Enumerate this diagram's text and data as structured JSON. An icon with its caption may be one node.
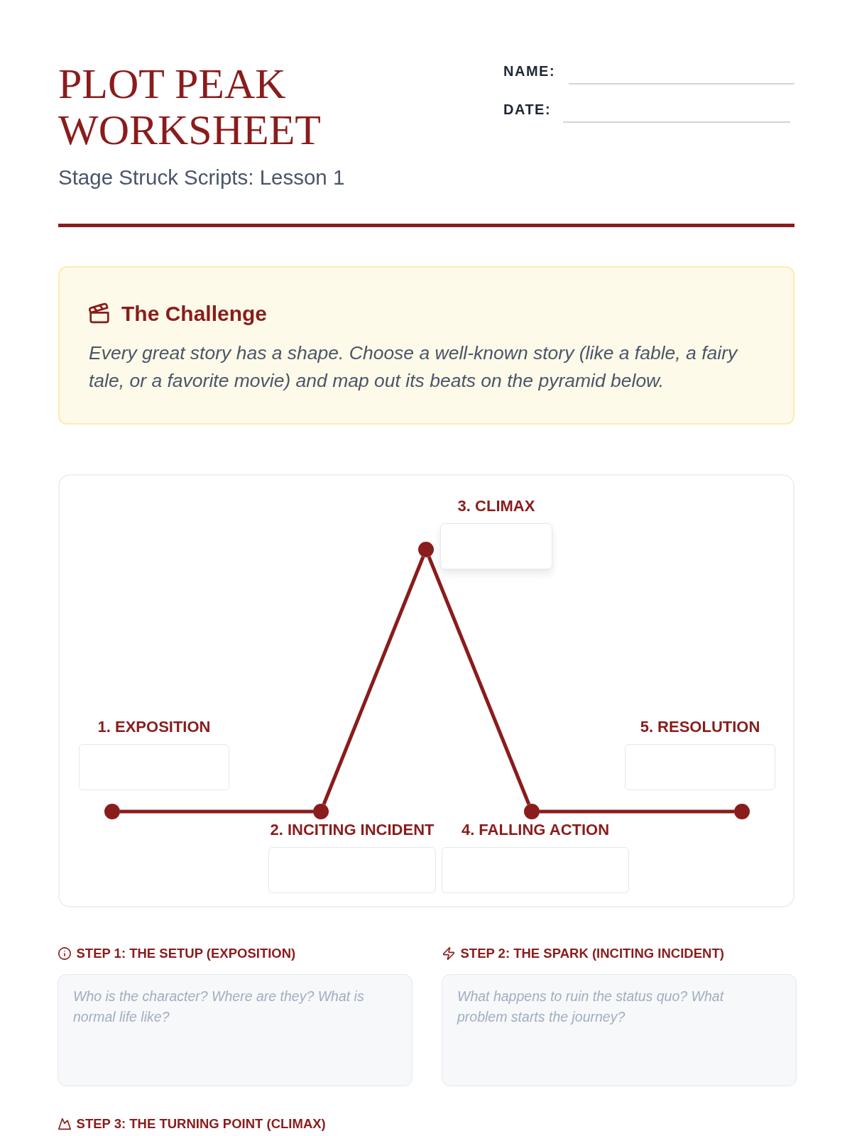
{
  "diagram": {
    "title": "PLOT PEAK WORKSHEET",
    "nodes": [
      {
        "text": [
          "The Challenge",
          "Every great story has a shape. Choose a well-known story (like a fable, a fairy tale, or a favorite movie) and map out its beats on the pyramid below."
        ]
      },
      {
        "text": [],
        "shape": "box"
      },
      {
        "text": [
          "1. EXPOSITION"
        ],
        "in": 1
      },
      {
        "text": [
          "2. INCITING INCIDENT"
        ],
        "in": 1
      },
      {
        "text": [
          "3. CLIMAX"
        ],
        "in": 1
      },
      {
        "text": [
          "4. FALLING ACTION"
        ],
        "in": 1
      },
      {
        "text": [
          "5. RESOLUTION"
        ],
        "in": 1
      },
      {
        "text": [],
        "shape": "circle",
        "in": 1
      },
      {
        "text": [],
        "shape": "circle",
        "in": 1
      },
      {
        "text": [],
        "shape": "circle",
        "in": 1
      },
      {
        "text": [],
        "shape": "circle",
        "in": 1
      },
      {
        "text": [],
        "shape": "circle",
        "in": 1
      },
      {
        "text": [
          "STEP 1: THE SETUP (EXPOSITION)",
          "Who is the character? Where are they? What is normal life like?"
        ]
      },
      {
        "text": [
          "STEP 2: THE SPARK (INCITING INCIDENT)",
          "What happens to ruin the status quo? What problem starts the journey?"
        ]
      }
    ],
    "edges": [
      {
        "from": 7,
        "to": 8,
        "arrow": "none"
      },
      {
        "from": 8,
        "to": 9,
        "arrow": "none"
      },
      {
        "from": 9,
        "to": 10,
        "arrow": "none"
      },
      {
        "from": 10,
        "to": 11,
        "arrow": "none"
      }
    ],
    "labels": [
      "NAME:",
      "DATE:",
      "Stage Struck Scripts: Lesson 1",
      "STEP 3: THE TURNING POINT (CLIMAX)"
    ]
  }
}
